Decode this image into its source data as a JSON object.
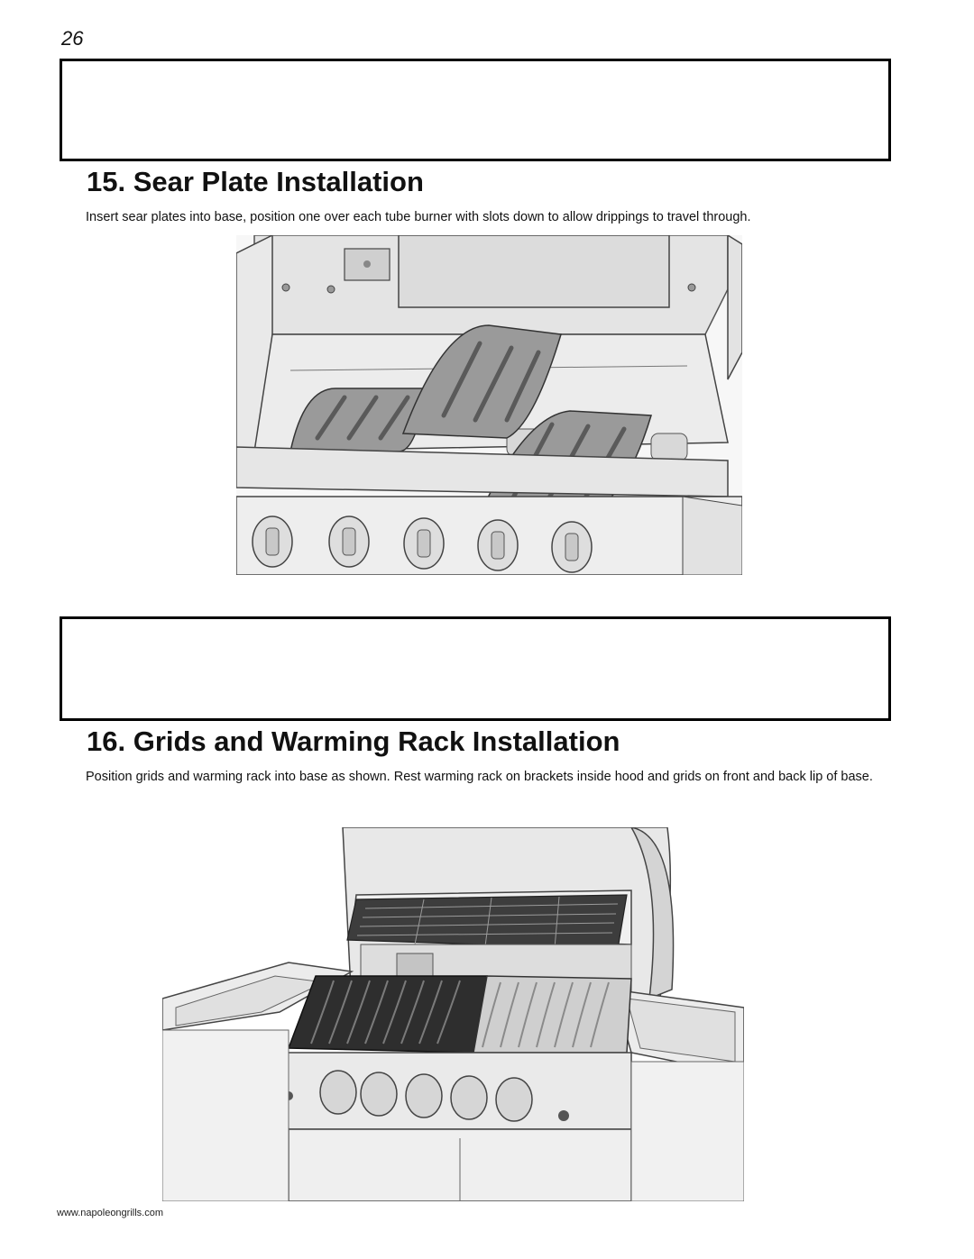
{
  "page": {
    "number": "26",
    "footer_url": "www.napoleongrills.com"
  },
  "sections": [
    {
      "title": "15.  Sear Plate Installation",
      "text": "Insert sear plates into base, position one over each tube burner with slots down to allow drippings to travel through."
    },
    {
      "title": "16. Grids and Warming Rack Installation",
      "text": "Position grids and warming rack into base as shown.  Rest warming rack on brackets inside hood and grids on front and back lip of base."
    }
  ]
}
